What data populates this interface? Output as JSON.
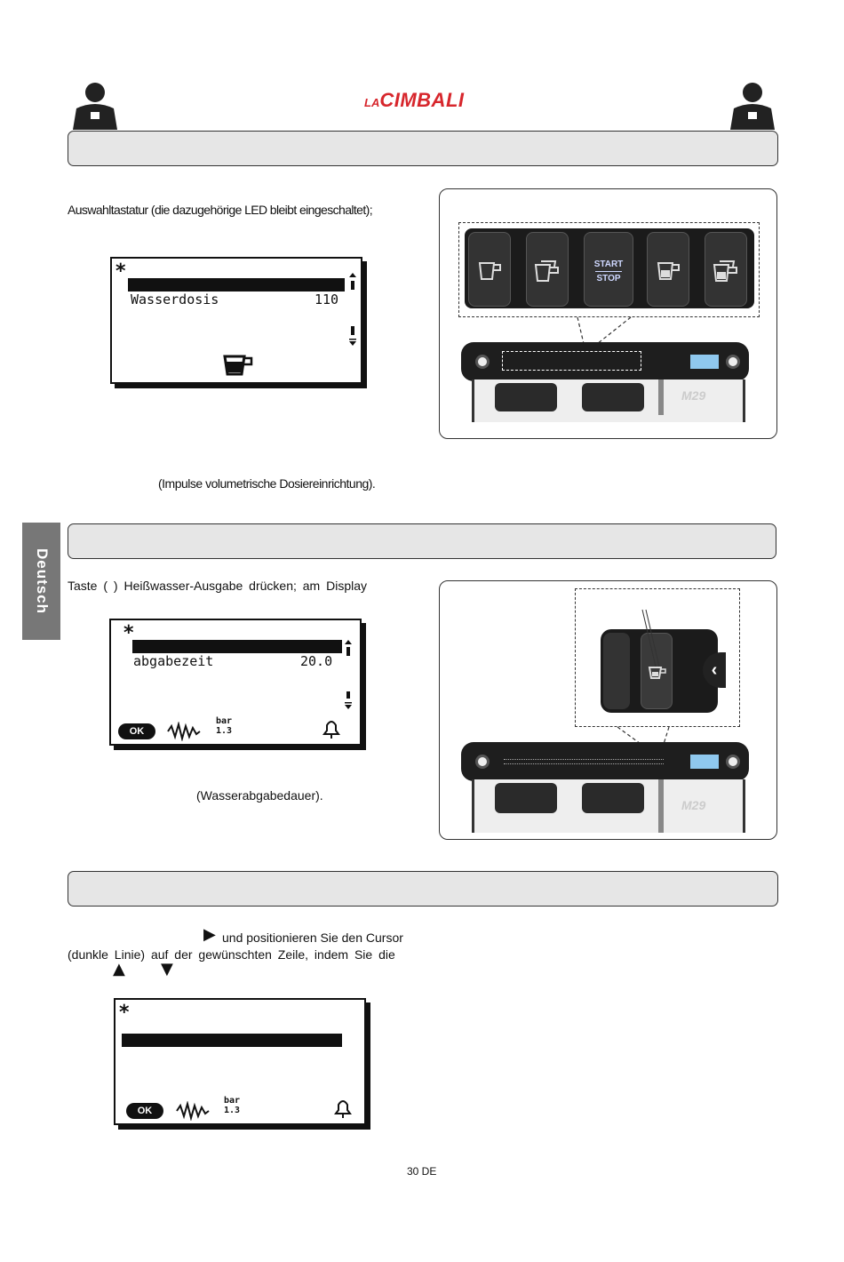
{
  "header": {
    "brand_prefix": "LA",
    "brand_name": "CIMBALI"
  },
  "side_tab": {
    "label": "Deutsch"
  },
  "section1": {
    "text_top": "Auswahltastatur (die dazugehörige LED bleibt eingeschaltet);",
    "lcd": {
      "marker": "*",
      "row_label": "Wasserdosis",
      "row_value": "110"
    },
    "text_bottom": "(Impulse volumetrische Dosiereinrichtung).",
    "photo": {
      "start_label": "START",
      "stop_label": "STOP",
      "model": "M29"
    }
  },
  "section2": {
    "text_top": "Taste (    ) Heißwasser-Ausgabe drücken; am Display",
    "lcd": {
      "marker": "*",
      "row_label": "abgabezeit",
      "row_value": "20.0",
      "ok_label": "OK",
      "bar_label": "bar",
      "bar_value": "1.3"
    },
    "text_bottom": "(Wasserabgabedauer).",
    "photo": {
      "model": "M29"
    }
  },
  "section3": {
    "line1": "und positionieren Sie den Cursor",
    "line2": "(dunkle Linie) auf der gewünschten Zeile, indem Sie die",
    "lcd": {
      "marker": "*",
      "ok_label": "OK",
      "bar_label": "bar",
      "bar_value": "1.3"
    }
  },
  "footer": {
    "page_number": "30 DE"
  },
  "colors": {
    "brand": "#d7262c",
    "bar_fill": "#e6e6e6",
    "tab_fill": "#777777"
  }
}
